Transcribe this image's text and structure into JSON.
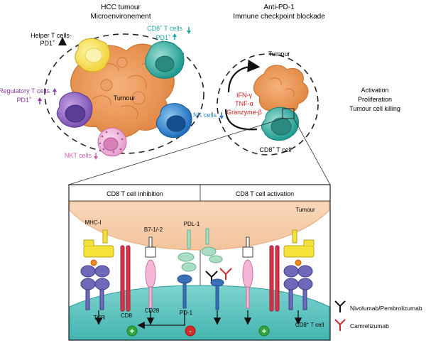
{
  "top_left": {
    "title_line1": "HCC tumour",
    "title_line2": "Microenvironement",
    "tumour_label": "Tumour",
    "helper_label": "Helper T cells-",
    "helper_pd1": "PD1",
    "cd8_label": "CD8",
    "cd8_suffix": " T cells",
    "cd8_pd1": "PD1",
    "treg_label": "Regulatory T cells",
    "treg_pd1": "PD1",
    "nk_label": "NK cells",
    "nkt_label": "NKT cells",
    "sup": "+"
  },
  "top_right": {
    "title_line1": "Anti-PD-1",
    "title_line2": "Immune checkpoint blockade",
    "tumour_label": "Tumour",
    "cytokine1": "IFN-γ",
    "cytokine2": "TNF-α",
    "cytokine3": "Granzyme-β",
    "cd8_label": "CD8",
    "cd8_suffix": " T cell",
    "sup": "+"
  },
  "effects": {
    "line1": "Activation",
    "line2": "Proliferation",
    "line3": "Tumour cell killing"
  },
  "panel": {
    "left_title": "CD8 T cell inhibition",
    "right_title": "CD8 T cell activation",
    "tumour_label": "Tumour",
    "mhc": "MHC-I",
    "b7": "B7-1/-2",
    "pdl1": "PDL-1",
    "tcr": "TCR",
    "cd8": "CD8",
    "cd28": "CD28",
    "pd1": "PD-1",
    "cd8_tcell": "CD8",
    "cd8_tcell_suffix": " T cell",
    "sup": "+",
    "plus": "+",
    "minus": "-"
  },
  "legend": {
    "item1": "Nivolumab/Pembrolizumab",
    "item2": "Camrelizumab"
  },
  "colors": {
    "up_arrow": "#7a1fa2",
    "cd8_teal": "#1aa5a5",
    "treg_purple": "#8b3aa8",
    "nk_blue": "#2a7fc9",
    "nkt_pink": "#d25fb0",
    "cytokine_red": "#d62020"
  }
}
